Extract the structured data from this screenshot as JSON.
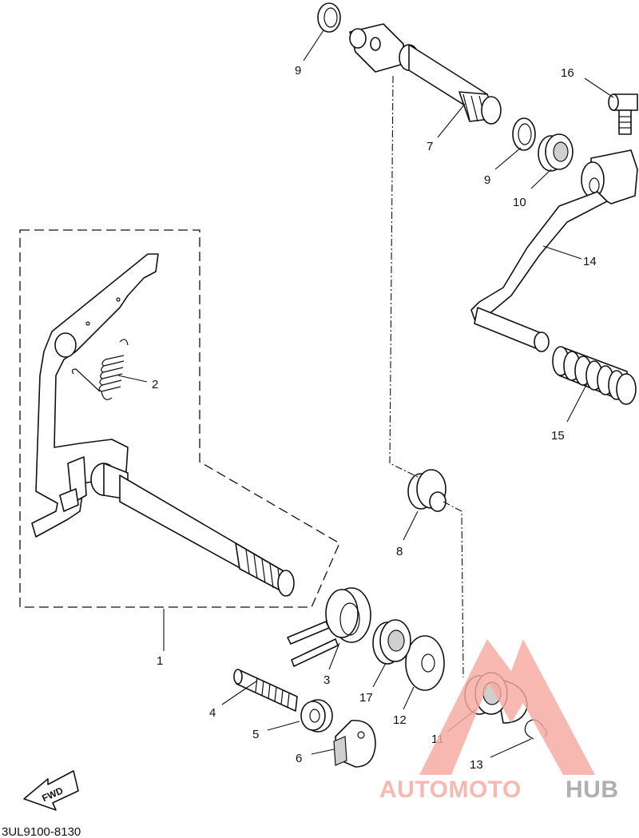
{
  "diagram": {
    "callouts": [
      "1",
      "2",
      "3",
      "4",
      "5",
      "6",
      "7",
      "8",
      "9",
      "9",
      "10",
      "11",
      "12",
      "13",
      "14",
      "15",
      "16",
      "17"
    ],
    "direction_label": "FWD",
    "drawing_code": "3UL9100-8130"
  },
  "watermark": {
    "part1": "AUTOMOTO",
    "part2": "HUB",
    "color_primary": "#f5a9a0",
    "color_secondary": "#9e9e9e"
  }
}
